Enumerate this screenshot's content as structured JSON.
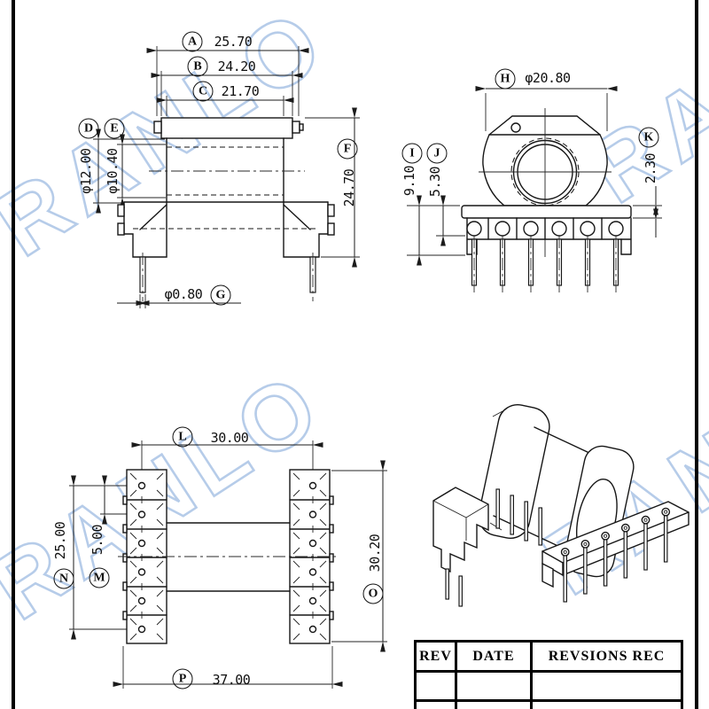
{
  "sheet": {
    "watermark": "RANLO"
  },
  "colors": {
    "line": "#161616",
    "watermark": "#b6cce9",
    "paper": "#ffffff"
  },
  "dims": {
    "A": {
      "letter": "A",
      "value": "25.70"
    },
    "B": {
      "letter": "B",
      "value": "24.20"
    },
    "C": {
      "letter": "C",
      "value": "21.70"
    },
    "D": {
      "letter": "D",
      "value": "φ12.00"
    },
    "E": {
      "letter": "E",
      "value": "φ10.40"
    },
    "F": {
      "letter": "F",
      "value": "24.70"
    },
    "G": {
      "letter": "G",
      "value": "φ0.80"
    },
    "H": {
      "letter": "H",
      "value": "φ20.80"
    },
    "I": {
      "letter": "I",
      "value": "9.10"
    },
    "J": {
      "letter": "J",
      "value": "5.30"
    },
    "K": {
      "letter": "K",
      "value": "2.30"
    },
    "L": {
      "letter": "L",
      "value": "30.00"
    },
    "M": {
      "letter": "M",
      "value": "5.00"
    },
    "N": {
      "letter": "N",
      "value": "25.00"
    },
    "O": {
      "letter": "O",
      "value": "30.20"
    },
    "P": {
      "letter": "P",
      "value": "37.00"
    }
  },
  "revision_table": {
    "headers": [
      "REV",
      "DATE",
      "REVSIONS REC"
    ]
  }
}
